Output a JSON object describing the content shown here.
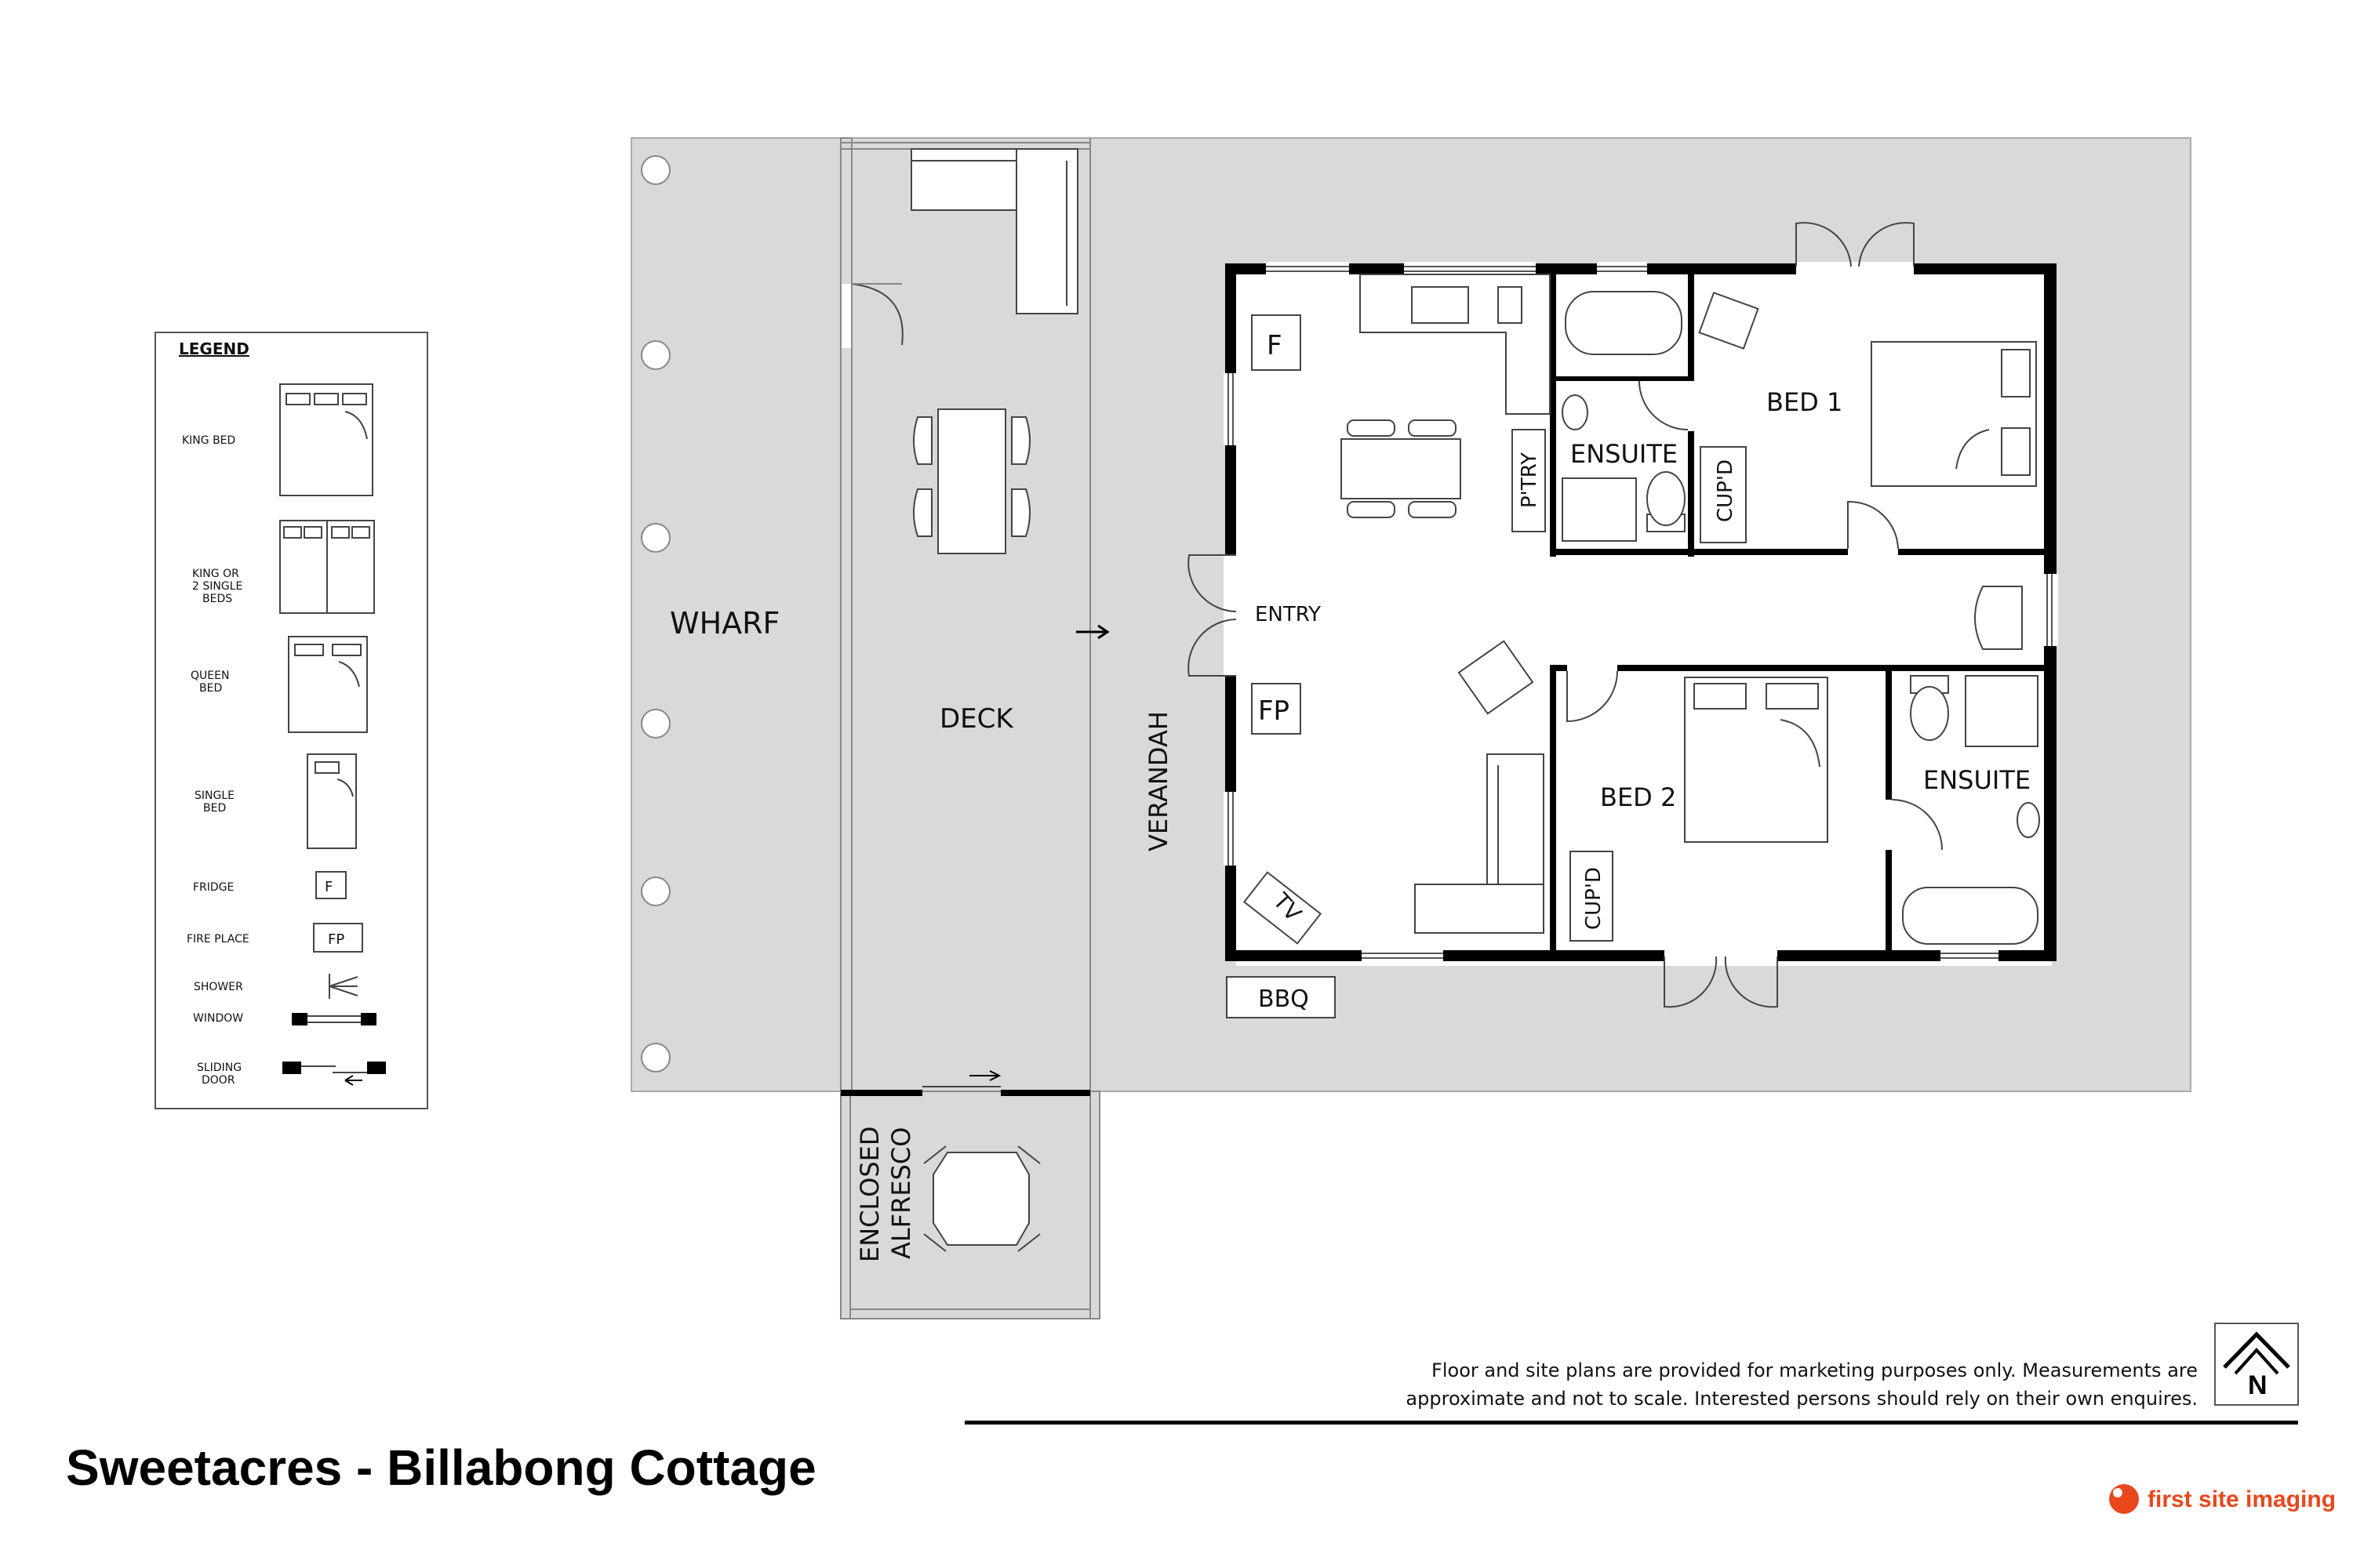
{
  "title": "Sweetacres - Billabong Cottage",
  "disclaimer": {
    "line1": "Floor and site plans are provided for marketing purposes only. Measurements are",
    "line2": "approximate and not to scale. Interested persons should rely on their own enquires."
  },
  "brand": "first site imaging",
  "north": "N",
  "legend": {
    "heading": "LEGEND",
    "items": {
      "king_bed": "KING BED",
      "king_single_1": "KING OR",
      "king_single_2": "2 SINGLE",
      "king_single_3": "BEDS",
      "queen_1": "QUEEN",
      "queen_2": "BED",
      "single_1": "SINGLE",
      "single_2": "BED",
      "fridge": "FRIDGE",
      "fridge_symbol": "F",
      "fireplace": "FIRE PLACE",
      "fireplace_symbol": "FP",
      "shower": "SHOWER",
      "window": "WINDOW",
      "sliding_1": "SLIDING",
      "sliding_2": "DOOR"
    }
  },
  "rooms": {
    "wharf": "WHARF",
    "deck": "DECK",
    "verandah": "VERANDAH",
    "enclosed_1": "ENCLOSED",
    "enclosed_2": "ALFRESCO",
    "entry": "ENTRY",
    "fridge": "F",
    "fireplace": "FP",
    "pantry": "P'TRY",
    "ensuite_1": "ENSUITE",
    "bed1": "BED 1",
    "cupd1": "CUP'D",
    "bed2": "BED 2",
    "cupd2": "CUP'D",
    "ensuite_2": "ENSUITE",
    "tv": "TV",
    "bbq": "BBQ"
  },
  "colors": {
    "deck_fill": "#d9d9d9",
    "wall": "#000000",
    "brand_orange": "#e8481c"
  }
}
